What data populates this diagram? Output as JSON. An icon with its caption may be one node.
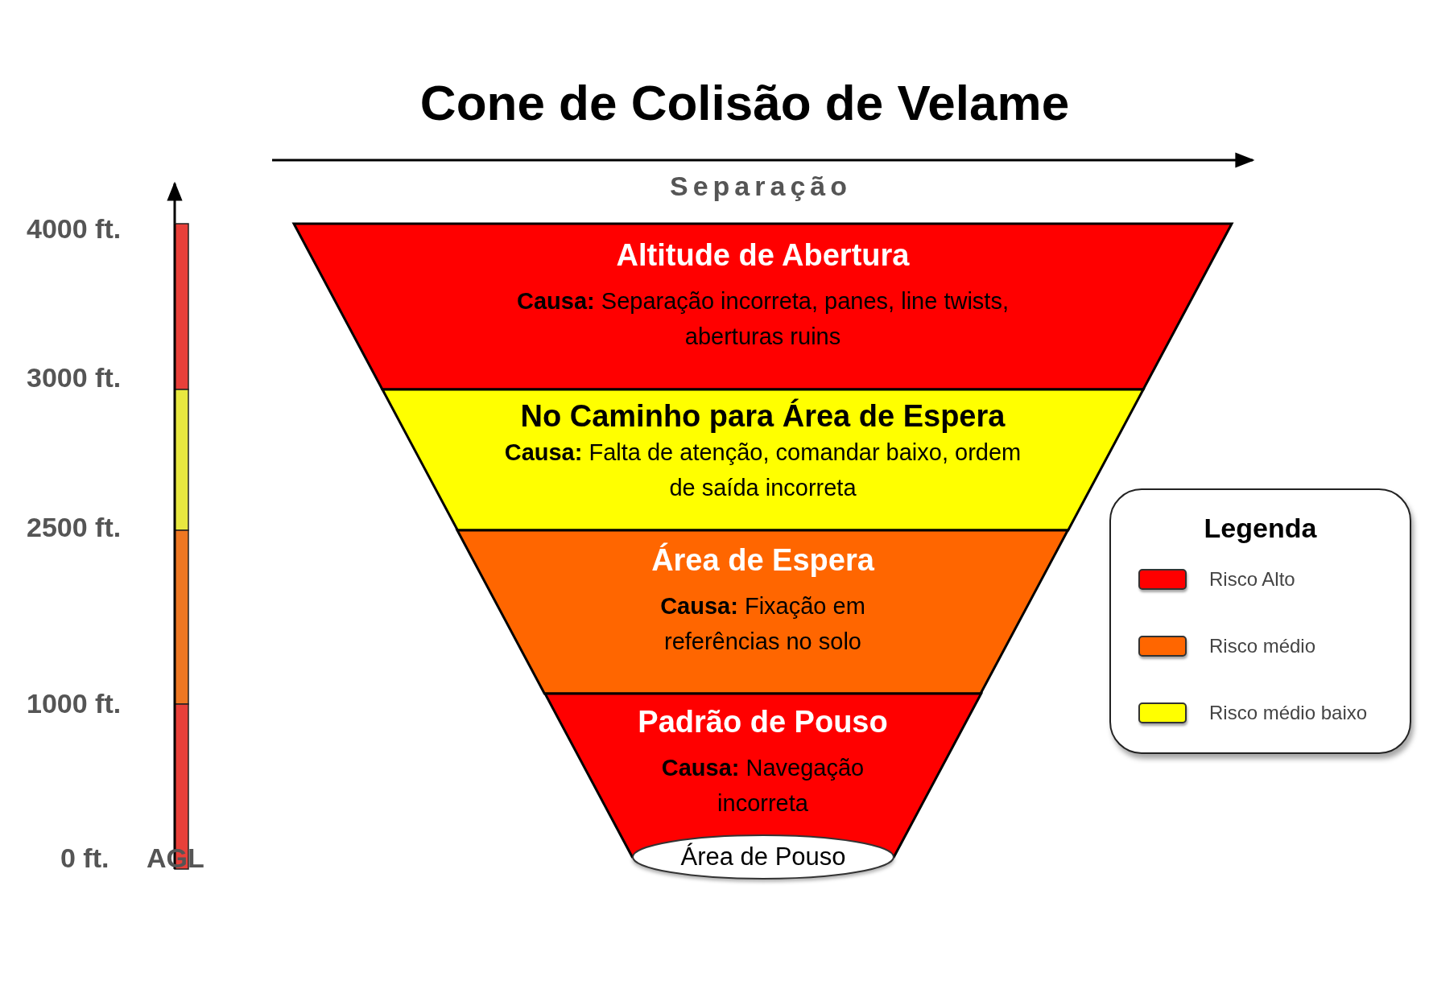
{
  "diagram": {
    "title": "Cone de Colisão de Velame",
    "nodes": [
      {
        "text": [
          "Altitude de Abertura",
          "**Causa:** Separação incorreta, panes, line twists, aberturas ruins"
        ]
      },
      {
        "text": [
          "No Caminho para Área de Espera",
          "**Causa:** Falta de atenção, comandar baixo, ordem de saída incorreta"
        ]
      },
      {
        "text": [
          "Área de Espera",
          "**Causa:** Fixação em referências no solo"
        ]
      },
      {
        "text": [
          "Padrão de Pouso",
          "**Causa:** Navegação incorreta"
        ]
      },
      {
        "text": [
          "Área de Pouso"
        ]
      }
    ],
    "labels": [
      "Separação",
      "4000 ft.",
      "3000 ft.",
      "2500 ft.",
      "1000 ft.",
      "0 ft.",
      "AGL",
      "Legenda"
    ],
    "legend": [
      {
        "text": "Risco Alto",
        "color": "#ff0000"
      },
      {
        "text": "Risco médio",
        "color": "#ff6600"
      },
      {
        "text": "Risco médio baixo",
        "color": "#ffff00"
      }
    ]
  }
}
